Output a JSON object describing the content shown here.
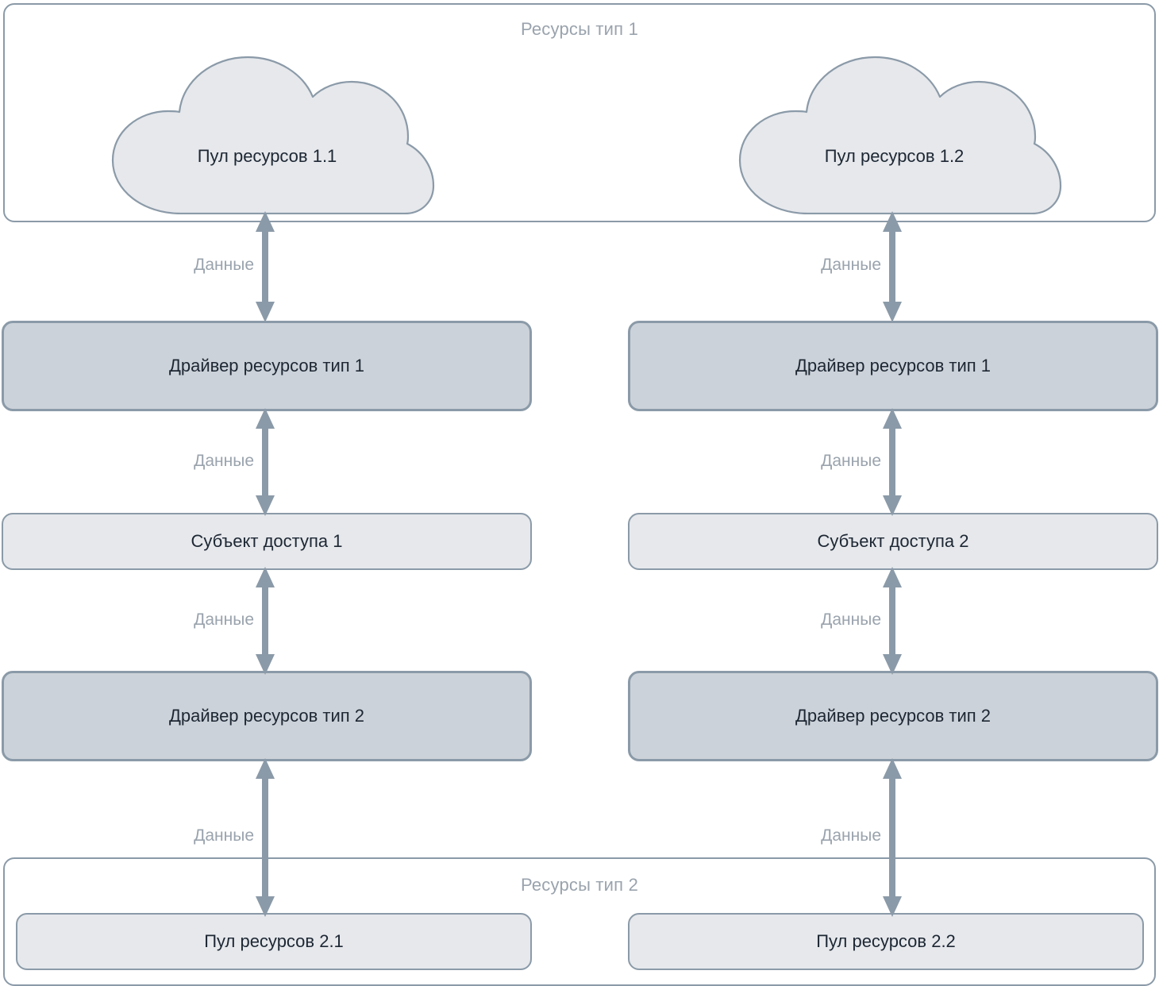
{
  "diagram": {
    "groups": [
      {
        "id": "resources-type-1",
        "title": "Ресурсы тип 1"
      },
      {
        "id": "resources-type-2",
        "title": "Ресурсы тип 2"
      }
    ],
    "clouds": [
      {
        "id": "pool-1-1",
        "label": "Пул ресурсов 1.1"
      },
      {
        "id": "pool-1-2",
        "label": "Пул ресурсов 1.2"
      }
    ],
    "columns": [
      {
        "id": "column-left",
        "driver_type_1": "Драйвер ресурсов тип 1",
        "subject": "Субъект доступа 1",
        "driver_type_2": "Драйвер ресурсов тип 2",
        "pool_type_2": "Пул ресурсов 2.1"
      },
      {
        "id": "column-right",
        "driver_type_1": "Драйвер ресурсов тип 1",
        "subject": "Субъект доступа 2",
        "driver_type_2": "Драйвер ресурсов тип 2",
        "pool_type_2": "Пул ресурсов 2.2"
      }
    ],
    "edges": [
      {
        "id": "edge-l1",
        "label": "Данные"
      },
      {
        "id": "edge-l2",
        "label": "Данные"
      },
      {
        "id": "edge-l3",
        "label": "Данные"
      },
      {
        "id": "edge-l4",
        "label": "Данные"
      },
      {
        "id": "edge-r1",
        "label": "Данные"
      },
      {
        "id": "edge-r2",
        "label": "Данные"
      },
      {
        "id": "edge-r3",
        "label": "Данные"
      },
      {
        "id": "edge-r4",
        "label": "Данные"
      }
    ],
    "colors": {
      "stroke": "#8b9aa8",
      "driver_fill": "#ccd2d9",
      "light_fill": "#e6e8ec",
      "text": "#1d2733",
      "muted_text": "#9aa3ad",
      "background": "#ffffff"
    }
  }
}
